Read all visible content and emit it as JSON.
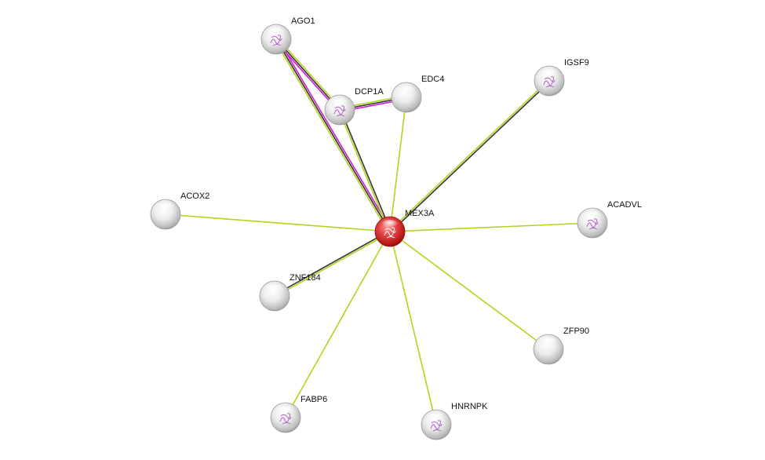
{
  "network": {
    "nodes": [
      {
        "id": "MEX3A",
        "label": "MEX3A",
        "query": true,
        "structure": true
      },
      {
        "id": "AGO1",
        "label": "AGO1",
        "query": false,
        "structure": true
      },
      {
        "id": "DCP1A",
        "label": "DCP1A",
        "query": false,
        "structure": true
      },
      {
        "id": "EDC4",
        "label": "EDC4",
        "query": false,
        "structure": false
      },
      {
        "id": "IGSF9",
        "label": "IGSF9",
        "query": false,
        "structure": true
      },
      {
        "id": "ACOX2",
        "label": "ACOX2",
        "query": false,
        "structure": false
      },
      {
        "id": "ACADVL",
        "label": "ACADVL",
        "query": false,
        "structure": true
      },
      {
        "id": "ZNF184",
        "label": "ZNF184",
        "query": false,
        "structure": false
      },
      {
        "id": "ZFP90",
        "label": "ZFP90",
        "query": false,
        "structure": false
      },
      {
        "id": "FABP6",
        "label": "FABP6",
        "query": false,
        "structure": true
      },
      {
        "id": "HNRNPK",
        "label": "HNRNPK",
        "query": false,
        "structure": true
      }
    ],
    "edges": [
      {
        "source": "MEX3A",
        "target": "AGO1",
        "evidence": [
          "textmining",
          "coexpression",
          "experimental"
        ]
      },
      {
        "source": "MEX3A",
        "target": "DCP1A",
        "evidence": [
          "textmining",
          "coexpression"
        ]
      },
      {
        "source": "MEX3A",
        "target": "EDC4",
        "evidence": [
          "textmining"
        ]
      },
      {
        "source": "MEX3A",
        "target": "IGSF9",
        "evidence": [
          "textmining",
          "coexpression"
        ]
      },
      {
        "source": "MEX3A",
        "target": "ACOX2",
        "evidence": [
          "textmining"
        ]
      },
      {
        "source": "MEX3A",
        "target": "ACADVL",
        "evidence": [
          "textmining"
        ]
      },
      {
        "source": "MEX3A",
        "target": "ZNF184",
        "evidence": [
          "textmining",
          "coexpression"
        ]
      },
      {
        "source": "MEX3A",
        "target": "ZFP90",
        "evidence": [
          "textmining"
        ]
      },
      {
        "source": "MEX3A",
        "target": "FABP6",
        "evidence": [
          "textmining"
        ]
      },
      {
        "source": "MEX3A",
        "target": "HNRNPK",
        "evidence": [
          "textmining"
        ]
      },
      {
        "source": "AGO1",
        "target": "DCP1A",
        "evidence": [
          "textmining",
          "coexpression",
          "experimental"
        ]
      },
      {
        "source": "DCP1A",
        "target": "EDC4",
        "evidence": [
          "textmining",
          "coexpression",
          "experimental"
        ]
      }
    ],
    "colors": {
      "textmining": "#b5d21c",
      "coexpression": "#333333",
      "experimental": "#d01bd0",
      "query_node": "#d42222",
      "other_node": "#e6e6e6",
      "structure_glyph": "#b25fc4"
    }
  }
}
